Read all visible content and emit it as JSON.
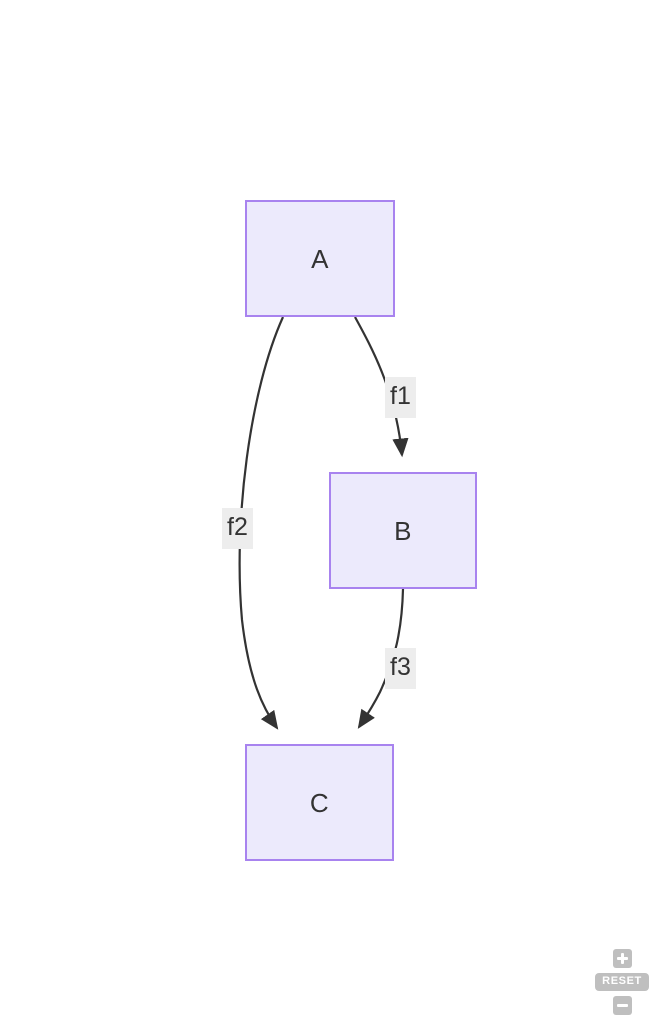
{
  "diagram": {
    "type": "flowchart",
    "direction": "top-to-bottom",
    "nodes": [
      {
        "id": "A",
        "label": "A"
      },
      {
        "id": "B",
        "label": "B"
      },
      {
        "id": "C",
        "label": "C"
      }
    ],
    "edges": [
      {
        "id": "f1",
        "label": "f1",
        "from": "A",
        "to": "B"
      },
      {
        "id": "f2",
        "label": "f2",
        "from": "A",
        "to": "C"
      },
      {
        "id": "f3",
        "label": "f3",
        "from": "B",
        "to": "C"
      }
    ],
    "colors": {
      "node_fill": "#ECEAFC",
      "node_border": "#A883EF",
      "node_text": "#333333",
      "edge_stroke": "#333333",
      "edge_label_background": "#EDEDED",
      "edge_label_text": "#333333",
      "canvas_background": "#FFFFFF",
      "control_background": "#BFBFBF",
      "control_text": "#FFFFFF"
    }
  },
  "controls": {
    "zoom_in_label": "+",
    "reset_label": "RESET",
    "zoom_out_label": "−"
  }
}
